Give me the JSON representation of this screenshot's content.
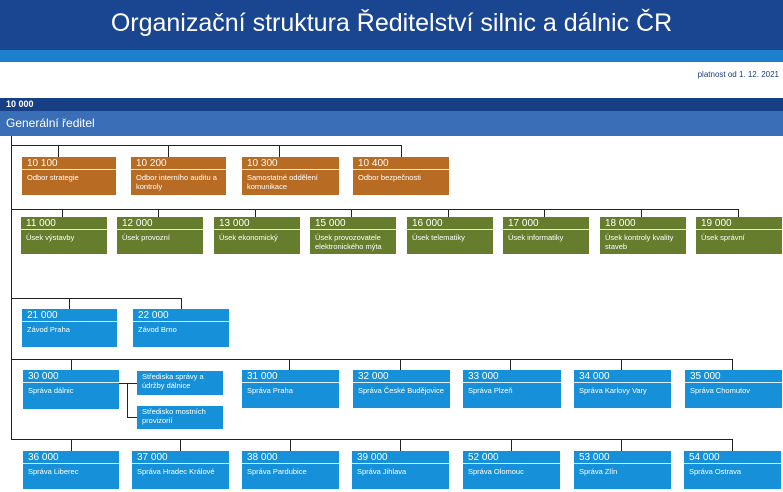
{
  "header": {
    "title": "Organizační struktura Ředitelství silnic a dálnic ČR"
  },
  "validity": "platnost od 1. 12. 2021",
  "director": {
    "code": "10 000",
    "name": "Generální ředitel"
  },
  "row1": [
    {
      "code": "10 100",
      "name": "Odbor strategie"
    },
    {
      "code": "10 200",
      "name": "Odbor interního auditu a kontroly"
    },
    {
      "code": "10 300",
      "name": "Samostatné oddělení komunikace"
    },
    {
      "code": "10 400",
      "name": "Odbor bezpečnosti"
    }
  ],
  "row2": [
    {
      "code": "11 000",
      "name": "Úsek výstavby"
    },
    {
      "code": "12 000",
      "name": "Úsek provozní"
    },
    {
      "code": "13 000",
      "name": "Úsek ekonomický"
    },
    {
      "code": "15 000",
      "name": "Úsek provozovatele elektronického mýta"
    },
    {
      "code": "16 000",
      "name": "Úsek telematiky"
    },
    {
      "code": "17 000",
      "name": "Úsek informatiky"
    },
    {
      "code": "18 000",
      "name": "Úsek kontroly kvality staveb"
    },
    {
      "code": "19 000",
      "name": "Úsek správní"
    }
  ],
  "row3": [
    {
      "code": "21 000",
      "name": "Závod Praha"
    },
    {
      "code": "22 000",
      "name": "Závod Brno"
    }
  ],
  "row4": [
    {
      "code": "30 000",
      "name": "Správa dálnic"
    },
    {
      "code": "31 000",
      "name": "Správa Praha"
    },
    {
      "code": "32 000",
      "name": "Správa České Budějovice"
    },
    {
      "code": "33 000",
      "name": "Správa Plzeň"
    },
    {
      "code": "34 000",
      "name": "Správa Karlovy Vary"
    },
    {
      "code": "35 000",
      "name": "Správa Chomutov"
    }
  ],
  "sub30": [
    {
      "name": "Střediska správy a údržby dálnice"
    },
    {
      "name": "Středisko mostních provizorií"
    }
  ],
  "row5": [
    {
      "code": "36 000",
      "name": "Správa Liberec"
    },
    {
      "code": "37 000",
      "name": "Správa Hradec Králové"
    },
    {
      "code": "38 000",
      "name": "Správa Pardubice"
    },
    {
      "code": "39 000",
      "name": "Správa Jihlava"
    },
    {
      "code": "52 000",
      "name": "Správa Olomouc"
    },
    {
      "code": "53 000",
      "name": "Správa Zlín"
    },
    {
      "code": "54 000",
      "name": "Správa Ostrava"
    }
  ]
}
